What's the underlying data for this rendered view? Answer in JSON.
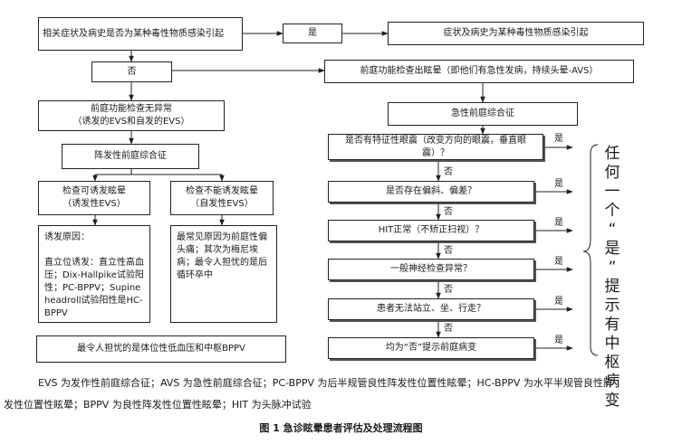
{
  "nodes": {
    "q_toxic": "相关症状及病史是否为某种毒性物质感染引起",
    "yes_label": "是",
    "toxic_result": "症状及病史为某种毒性物质感染引起",
    "no_label": "否",
    "avs": "前庭功能检查出眩晕（即他们有急性发病，持续头晕-AVS）",
    "no_abnormal": "前庭功能检查无异常\n（诱发的EVS和自发的EVS）",
    "acute": "急性前庭综合征",
    "episodic": "阵发性前庭综合征",
    "q_nystagmus": "是否有特征性眼震（改变方向的眼震，垂直眼震）？",
    "q_skew": "是否存在偏斜、偏差？",
    "q_hit": "HIT正常（不矫正扫视）？",
    "q_neuro": "一般神经检查异常？",
    "q_stand": "患者无法站立、坐、行走？",
    "all_no": "均为“否”提示前庭病变",
    "triggered": "检查可诱发眩晕\n（诱发性EVS）",
    "not_triggered": "检查不能诱发眩晕\n（自发性EVS）",
    "triggered_causes": "诱发原因：\n\n直立位诱发：直立性高血压；Dix-Hallpike试验阳性；PC-BPPV；Supine headroll试验阳性是HC-BPPV",
    "spontaneous_causes": "最常见原因为前庭性偏头痛；其次为梅尼埃病；最令人担忧的是后循环卒中",
    "worry": "最令人担忧的是体位性低血压和中枢BPPV"
  },
  "labels": {
    "yes": "是",
    "no": "否",
    "central_note": "任\n何\n一\n个\n“\n是\n”\n提\n示\n有\n中\n枢\n病\n变"
  },
  "footnote": {
    "line1": "EVS 为发作性前庭综合征；AVS 为急性前庭综合征；PC-BPPV 为后半规管良性阵发性位置性眩晕；HC-BPPV 为水平半规管良性阵",
    "line2": "发性位置性眩晕；BPPV 为良性阵发性位置性眩晕；HIT 为头脉冲试验"
  },
  "caption": "图 1   急诊眩晕患者评估及处理流程图"
}
